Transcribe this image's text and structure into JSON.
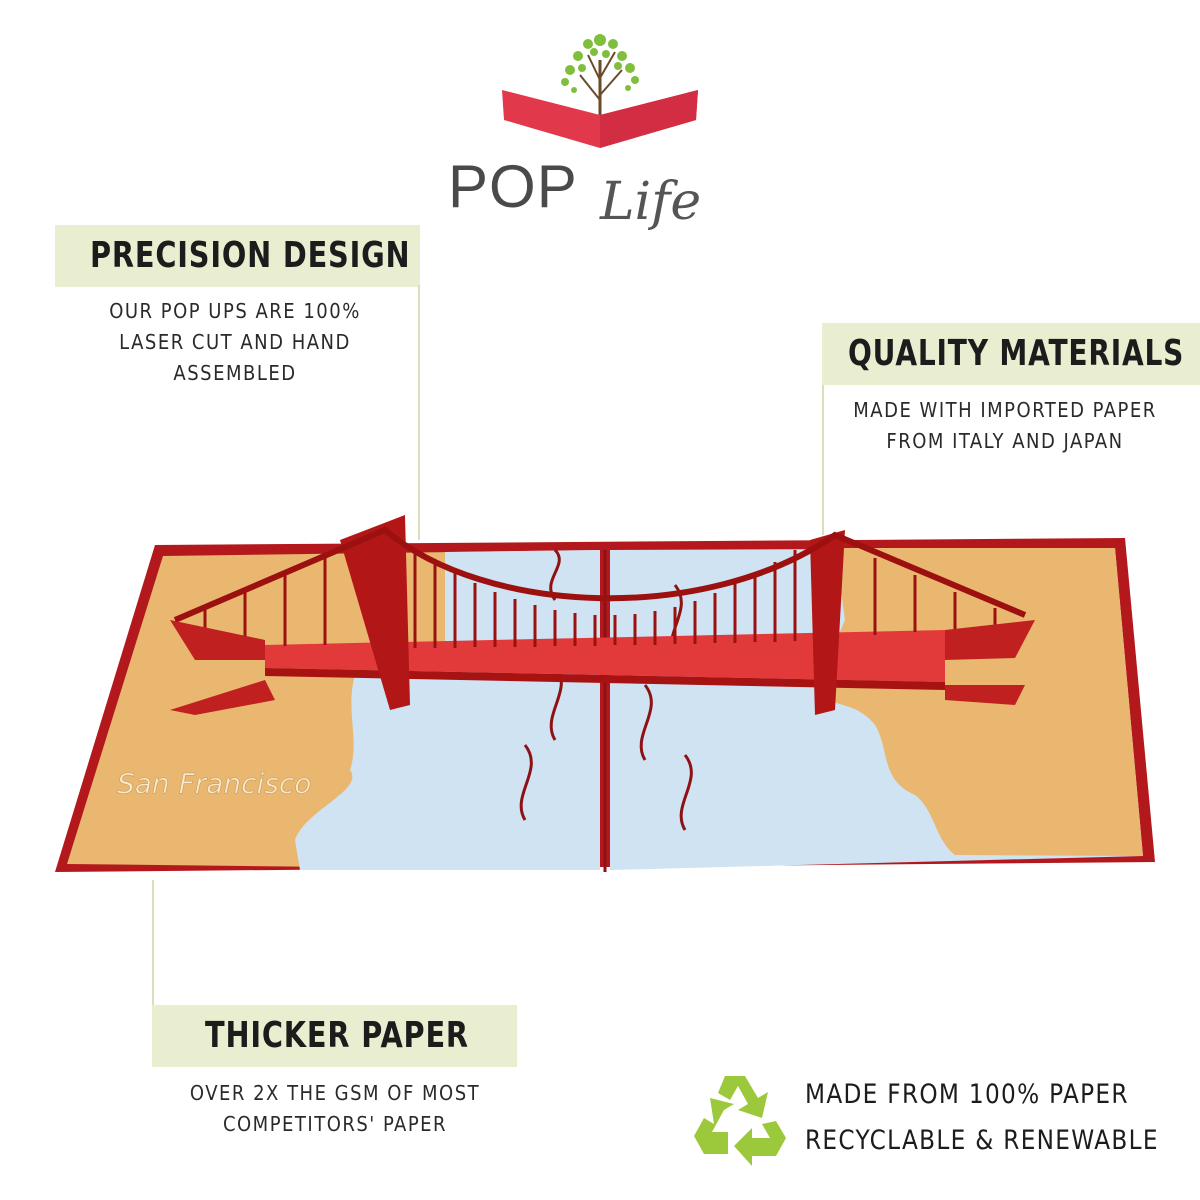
{
  "brand": {
    "pop": "POP",
    "life": "Life"
  },
  "features": {
    "precision": {
      "title": "PRECISION DESIGN",
      "lines": [
        "OUR POP UPS ARE 100%",
        "LASER CUT AND HAND",
        "ASSEMBLED"
      ]
    },
    "quality": {
      "title": "QUALITY MATERIALS",
      "lines": [
        "MADE WITH IMPORTED PAPER",
        "FROM ITALY AND JAPAN"
      ]
    },
    "thicker": {
      "title": "THICKER PAPER",
      "lines": [
        "OVER 2X THE GSM OF MOST",
        "COMPETITORS' PAPER"
      ]
    },
    "recycle": {
      "lines": [
        "MADE FROM 100% PAPER",
        "RECYCLABLE & RENEWABLE"
      ]
    }
  },
  "card": {
    "city_label": "San Francisco"
  },
  "colors": {
    "bar": "#e8eecf",
    "brand_red": "#e2384c",
    "card_red": "#b3191c",
    "water": "#cfe3f2",
    "land": "#e9b770",
    "recycle_green": "#9cc93b"
  }
}
